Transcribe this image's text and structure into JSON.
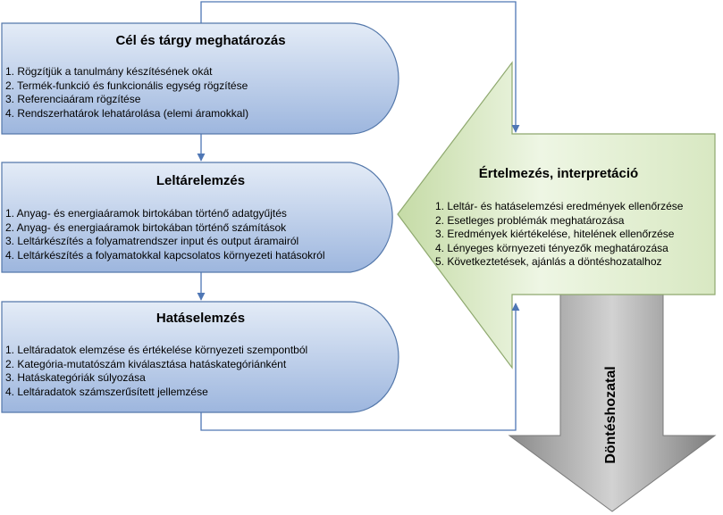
{
  "boxes": {
    "goal": {
      "title": "Cél és tárgy meghatározás",
      "items": [
        "1. Rögzítjük a tanulmány készítésének okát",
        "2. Termék-funkció és funkcionális egység rögzítése",
        "3. Referenciaáram rögzítése",
        "4. Rendszerhatárok lehatárolása (elemi áramokkal)"
      ]
    },
    "inventory": {
      "title": "Leltárelemzés",
      "items": [
        "1. Anyag- és energiaáramok birtokában történő adatgyűjtés",
        "2. Anyag- és energiaáramok birtokában történő számítások",
        "3. Leltárkészítés a folyamatrendszer input és output áramairól",
        "4. Leltárkészítés a folyamatokkal kapcsolatos környezeti hatásokról"
      ]
    },
    "impact": {
      "title": "Hatáselemzés",
      "items": [
        "1. Leltáradatok elemzése és értékelése környezeti szempontból",
        "2. Kategória-mutatószám kiválasztása hatáskategóriánként",
        "3. Hatáskategóriák súlyozása",
        "4. Leltáradatok számszerűsített jellemzése"
      ]
    },
    "interpretation": {
      "title": "Értelmezés, interpretáció",
      "items": [
        "1. Leltár- és hatáselemzési eredmények ellenőrzése",
        "2. Esetleges problémák meghatározása",
        "3. Eredmények kiértékelése, hitelének ellenőrzése",
        "4. Lényeges környezeti tényezők meghatározása",
        "5. Következtetések, ajánlás a döntéshozatalhoz"
      ]
    }
  },
  "decision": {
    "label": "Döntéshozatal"
  },
  "colors": {
    "box_fill_top": "#e4ecf7",
    "box_fill_bottom": "#9db6de",
    "box_stroke": "#5377aa",
    "arrow_fill_light": "#eef6e4",
    "arrow_fill_dark": "#c5dba6",
    "arrow_stroke": "#8ea86e",
    "down_arrow_light": "#b8b8b8",
    "down_arrow_dark": "#7d7d7d",
    "connector": "#4f77b5"
  }
}
